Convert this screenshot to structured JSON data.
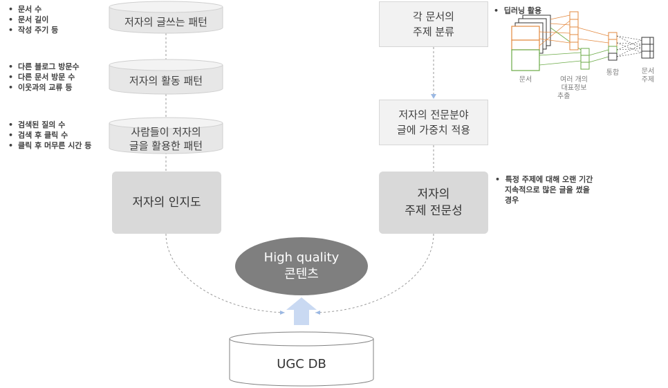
{
  "left_column": {
    "bullets_1": [
      "문서 수",
      "문서 길이",
      "작성 주기 등"
    ],
    "cylinder_1": "저자의 글쓰는 패턴",
    "bullets_2": [
      "다른 블로그 방문수",
      "다른 문서 방문 수",
      "이웃과의 교류 등"
    ],
    "cylinder_2": "저자의 활동 패턴",
    "bullets_3": [
      "검색된 질의 수",
      "검색 후 클릭 수",
      "클릭 후 머무른 시간 등"
    ],
    "cylinder_3_line1": "사람들이 저자의",
    "cylinder_3_line2": "글을 활용한 패턴",
    "result_box": "저자의 인지도"
  },
  "right_column": {
    "box_1_line1": "각 문서의",
    "box_1_line2": "주제 분류",
    "deep_learning_bullet": "딥러닝 활용",
    "nn_labels": {
      "documents": "문서",
      "extract_line1": "여러 개의",
      "extract_line2": "대표정보",
      "extract_line3": "추출",
      "integrate": "통합",
      "topic_line1": "문서",
      "topic_line2": "주제"
    },
    "box_2_line1": "저자의 전문분야",
    "box_2_line2": "글에 가중치 적용",
    "result_box_line1": "저자의",
    "result_box_line2": "주제 전문성",
    "result_bullet_line1": "특정 주제에 대해 오랜 기간",
    "result_bullet_line2": "지속적으로 많은 글을 썼을",
    "result_bullet_line3": "경우"
  },
  "center": {
    "ellipse_line1": "High quality",
    "ellipse_line2": "콘텐츠",
    "database": "UGC DB"
  },
  "colors": {
    "cylinder_fill": "#e7e7e7",
    "box_light": "#f2f2f2",
    "box_dark": "#d9d9d9",
    "ellipse": "#7f7f7f",
    "arrow": "#c9d9f2",
    "dashed": "#9a9a9a",
    "nn_orange": "#e3883e",
    "nn_green": "#6aaa45"
  }
}
